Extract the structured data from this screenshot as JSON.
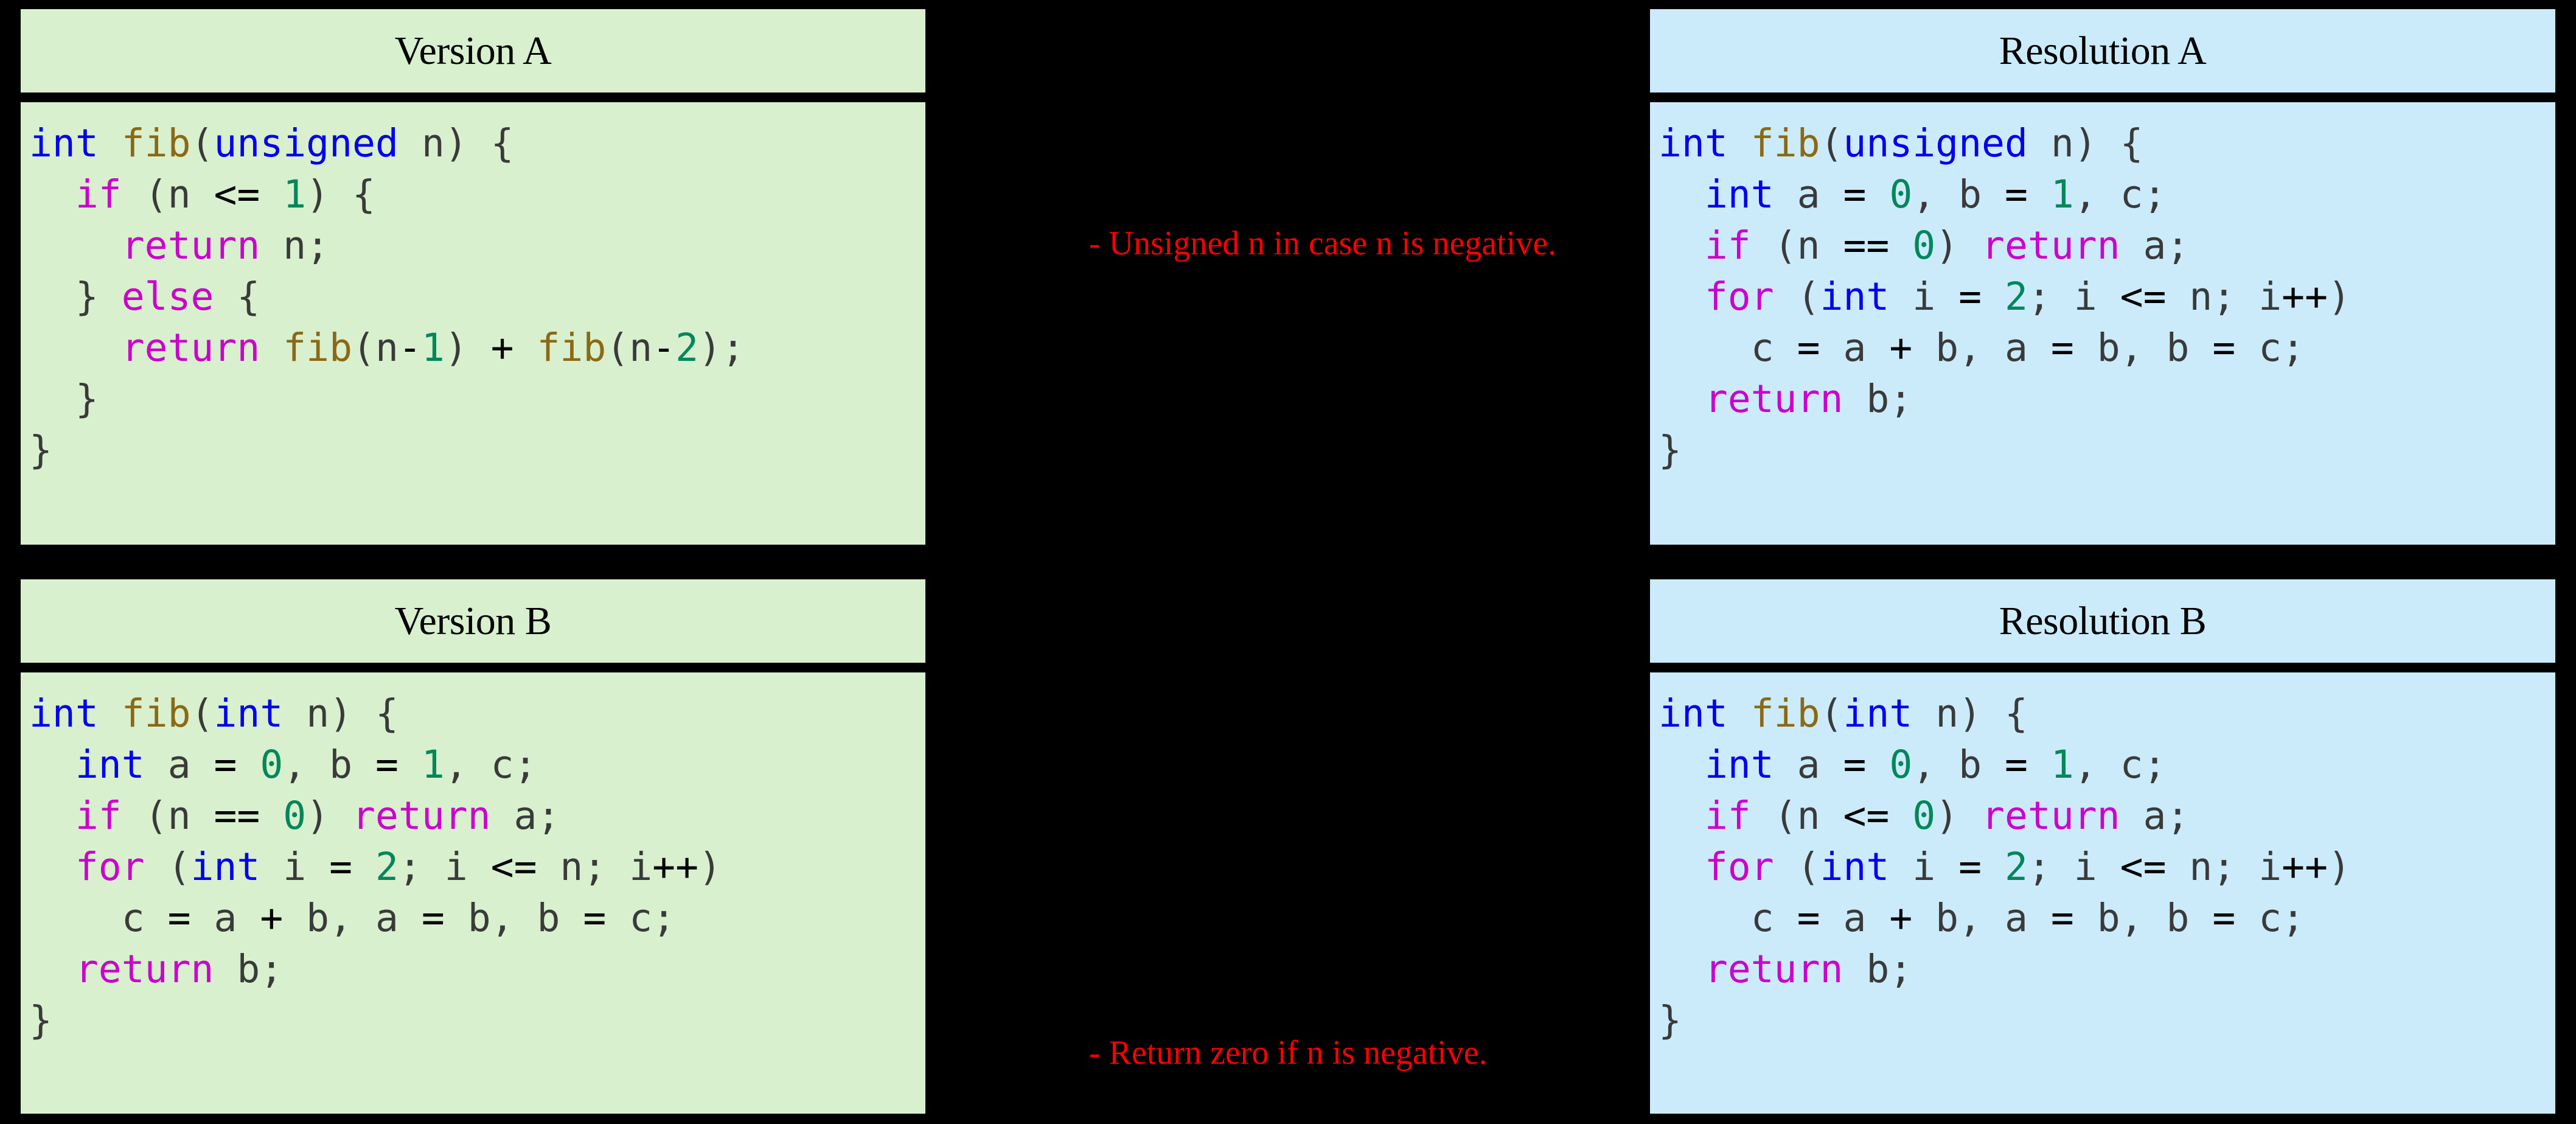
{
  "colors": {
    "background": "#000000",
    "version_panel_bg": "#d8f0ce",
    "resolution_panel_bg": "#cbebfb",
    "annotation": "#ff0000",
    "keyword": "#cc00cc",
    "type": "#0000ee",
    "function": "#8b6914",
    "number": "#00875a",
    "operator": "#000000",
    "punctuation": "#3a3a3a"
  },
  "panels": {
    "version_a": {
      "title": "Version A",
      "code_lines": [
        [
          {
            "t": "int",
            "c": "ty"
          },
          {
            "t": " ",
            "c": "pn"
          },
          {
            "t": "fib",
            "c": "fn"
          },
          {
            "t": "(",
            "c": "pn"
          },
          {
            "t": "unsigned",
            "c": "ty"
          },
          {
            "t": " n) {",
            "c": "pn"
          }
        ],
        [
          {
            "t": "  ",
            "c": "pn"
          },
          {
            "t": "if",
            "c": "kw"
          },
          {
            "t": " (n ",
            "c": "pn"
          },
          {
            "t": "<=",
            "c": "op"
          },
          {
            "t": " ",
            "c": "pn"
          },
          {
            "t": "1",
            "c": "num"
          },
          {
            "t": ") {",
            "c": "pn"
          }
        ],
        [
          {
            "t": "    ",
            "c": "pn"
          },
          {
            "t": "return",
            "c": "kw"
          },
          {
            "t": " n;",
            "c": "pn"
          }
        ],
        [
          {
            "t": "  } ",
            "c": "pn"
          },
          {
            "t": "else",
            "c": "kw"
          },
          {
            "t": " {",
            "c": "pn"
          }
        ],
        [
          {
            "t": "    ",
            "c": "pn"
          },
          {
            "t": "return",
            "c": "kw"
          },
          {
            "t": " ",
            "c": "pn"
          },
          {
            "t": "fib",
            "c": "fn"
          },
          {
            "t": "(n",
            "c": "pn"
          },
          {
            "t": "-",
            "c": "op"
          },
          {
            "t": "1",
            "c": "num"
          },
          {
            "t": ") ",
            "c": "pn"
          },
          {
            "t": "+",
            "c": "op"
          },
          {
            "t": " ",
            "c": "pn"
          },
          {
            "t": "fib",
            "c": "fn"
          },
          {
            "t": "(n",
            "c": "pn"
          },
          {
            "t": "-",
            "c": "op"
          },
          {
            "t": "2",
            "c": "num"
          },
          {
            "t": ");",
            "c": "pn"
          }
        ],
        [
          {
            "t": "  }",
            "c": "pn"
          }
        ],
        [
          {
            "t": "}",
            "c": "pn"
          }
        ]
      ]
    },
    "version_b": {
      "title": "Version B",
      "code_lines": [
        [
          {
            "t": "int",
            "c": "ty"
          },
          {
            "t": " ",
            "c": "pn"
          },
          {
            "t": "fib",
            "c": "fn"
          },
          {
            "t": "(",
            "c": "pn"
          },
          {
            "t": "int",
            "c": "ty"
          },
          {
            "t": " n) {",
            "c": "pn"
          }
        ],
        [
          {
            "t": "  ",
            "c": "pn"
          },
          {
            "t": "int",
            "c": "ty"
          },
          {
            "t": " a ",
            "c": "pn"
          },
          {
            "t": "=",
            "c": "op"
          },
          {
            "t": " ",
            "c": "pn"
          },
          {
            "t": "0",
            "c": "num"
          },
          {
            "t": ", b ",
            "c": "pn"
          },
          {
            "t": "=",
            "c": "op"
          },
          {
            "t": " ",
            "c": "pn"
          },
          {
            "t": "1",
            "c": "num"
          },
          {
            "t": ", c;",
            "c": "pn"
          }
        ],
        [
          {
            "t": "  ",
            "c": "pn"
          },
          {
            "t": "if",
            "c": "kw"
          },
          {
            "t": " (n ",
            "c": "pn"
          },
          {
            "t": "==",
            "c": "op"
          },
          {
            "t": " ",
            "c": "pn"
          },
          {
            "t": "0",
            "c": "num"
          },
          {
            "t": ") ",
            "c": "pn"
          },
          {
            "t": "return",
            "c": "kw"
          },
          {
            "t": " a;",
            "c": "pn"
          }
        ],
        [
          {
            "t": "  ",
            "c": "pn"
          },
          {
            "t": "for",
            "c": "kw"
          },
          {
            "t": " (",
            "c": "pn"
          },
          {
            "t": "int",
            "c": "ty"
          },
          {
            "t": " i ",
            "c": "pn"
          },
          {
            "t": "=",
            "c": "op"
          },
          {
            "t": " ",
            "c": "pn"
          },
          {
            "t": "2",
            "c": "num"
          },
          {
            "t": "; i ",
            "c": "pn"
          },
          {
            "t": "<=",
            "c": "op"
          },
          {
            "t": " n; i",
            "c": "pn"
          },
          {
            "t": "++",
            "c": "op"
          },
          {
            "t": ")",
            "c": "pn"
          }
        ],
        [
          {
            "t": "    c ",
            "c": "pn"
          },
          {
            "t": "=",
            "c": "op"
          },
          {
            "t": " a ",
            "c": "pn"
          },
          {
            "t": "+",
            "c": "op"
          },
          {
            "t": " b, a ",
            "c": "pn"
          },
          {
            "t": "=",
            "c": "op"
          },
          {
            "t": " b, b ",
            "c": "pn"
          },
          {
            "t": "=",
            "c": "op"
          },
          {
            "t": " c;",
            "c": "pn"
          }
        ],
        [
          {
            "t": "  ",
            "c": "pn"
          },
          {
            "t": "return",
            "c": "kw"
          },
          {
            "t": " b;",
            "c": "pn"
          }
        ],
        [
          {
            "t": "}",
            "c": "pn"
          }
        ]
      ]
    },
    "resolution_a": {
      "title": "Resolution A",
      "code_lines": [
        [
          {
            "t": "int",
            "c": "ty"
          },
          {
            "t": " ",
            "c": "pn"
          },
          {
            "t": "fib",
            "c": "fn"
          },
          {
            "t": "(",
            "c": "pn"
          },
          {
            "t": "unsigned",
            "c": "ty"
          },
          {
            "t": " n) {",
            "c": "pn"
          }
        ],
        [
          {
            "t": "  ",
            "c": "pn"
          },
          {
            "t": "int",
            "c": "ty"
          },
          {
            "t": " a ",
            "c": "pn"
          },
          {
            "t": "=",
            "c": "op"
          },
          {
            "t": " ",
            "c": "pn"
          },
          {
            "t": "0",
            "c": "num"
          },
          {
            "t": ", b ",
            "c": "pn"
          },
          {
            "t": "=",
            "c": "op"
          },
          {
            "t": " ",
            "c": "pn"
          },
          {
            "t": "1",
            "c": "num"
          },
          {
            "t": ", c;",
            "c": "pn"
          }
        ],
        [
          {
            "t": "  ",
            "c": "pn"
          },
          {
            "t": "if",
            "c": "kw"
          },
          {
            "t": " (n ",
            "c": "pn"
          },
          {
            "t": "==",
            "c": "op"
          },
          {
            "t": " ",
            "c": "pn"
          },
          {
            "t": "0",
            "c": "num"
          },
          {
            "t": ") ",
            "c": "pn"
          },
          {
            "t": "return",
            "c": "kw"
          },
          {
            "t": " a;",
            "c": "pn"
          }
        ],
        [
          {
            "t": "  ",
            "c": "pn"
          },
          {
            "t": "for",
            "c": "kw"
          },
          {
            "t": " (",
            "c": "pn"
          },
          {
            "t": "int",
            "c": "ty"
          },
          {
            "t": " i ",
            "c": "pn"
          },
          {
            "t": "=",
            "c": "op"
          },
          {
            "t": " ",
            "c": "pn"
          },
          {
            "t": "2",
            "c": "num"
          },
          {
            "t": "; i ",
            "c": "pn"
          },
          {
            "t": "<=",
            "c": "op"
          },
          {
            "t": " n; i",
            "c": "pn"
          },
          {
            "t": "++",
            "c": "op"
          },
          {
            "t": ")",
            "c": "pn"
          }
        ],
        [
          {
            "t": "    c ",
            "c": "pn"
          },
          {
            "t": "=",
            "c": "op"
          },
          {
            "t": " a ",
            "c": "pn"
          },
          {
            "t": "+",
            "c": "op"
          },
          {
            "t": " b, a ",
            "c": "pn"
          },
          {
            "t": "=",
            "c": "op"
          },
          {
            "t": " b, b ",
            "c": "pn"
          },
          {
            "t": "=",
            "c": "op"
          },
          {
            "t": " c;",
            "c": "pn"
          }
        ],
        [
          {
            "t": "  ",
            "c": "pn"
          },
          {
            "t": "return",
            "c": "kw"
          },
          {
            "t": " b;",
            "c": "pn"
          }
        ],
        [
          {
            "t": "}",
            "c": "pn"
          }
        ]
      ]
    },
    "resolution_b": {
      "title": "Resolution B",
      "code_lines": [
        [
          {
            "t": "int",
            "c": "ty"
          },
          {
            "t": " ",
            "c": "pn"
          },
          {
            "t": "fib",
            "c": "fn"
          },
          {
            "t": "(",
            "c": "pn"
          },
          {
            "t": "int",
            "c": "ty"
          },
          {
            "t": " n) {",
            "c": "pn"
          }
        ],
        [
          {
            "t": "  ",
            "c": "pn"
          },
          {
            "t": "int",
            "c": "ty"
          },
          {
            "t": " a ",
            "c": "pn"
          },
          {
            "t": "=",
            "c": "op"
          },
          {
            "t": " ",
            "c": "pn"
          },
          {
            "t": "0",
            "c": "num"
          },
          {
            "t": ", b ",
            "c": "pn"
          },
          {
            "t": "=",
            "c": "op"
          },
          {
            "t": " ",
            "c": "pn"
          },
          {
            "t": "1",
            "c": "num"
          },
          {
            "t": ", c;",
            "c": "pn"
          }
        ],
        [
          {
            "t": "  ",
            "c": "pn"
          },
          {
            "t": "if",
            "c": "kw"
          },
          {
            "t": " (n ",
            "c": "pn"
          },
          {
            "t": "<=",
            "c": "op"
          },
          {
            "t": " ",
            "c": "pn"
          },
          {
            "t": "0",
            "c": "num"
          },
          {
            "t": ") ",
            "c": "pn"
          },
          {
            "t": "return",
            "c": "kw"
          },
          {
            "t": " a;",
            "c": "pn"
          }
        ],
        [
          {
            "t": "  ",
            "c": "pn"
          },
          {
            "t": "for",
            "c": "kw"
          },
          {
            "t": " (",
            "c": "pn"
          },
          {
            "t": "int",
            "c": "ty"
          },
          {
            "t": " i ",
            "c": "pn"
          },
          {
            "t": "=",
            "c": "op"
          },
          {
            "t": " ",
            "c": "pn"
          },
          {
            "t": "2",
            "c": "num"
          },
          {
            "t": "; i ",
            "c": "pn"
          },
          {
            "t": "<=",
            "c": "op"
          },
          {
            "t": " n; i",
            "c": "pn"
          },
          {
            "t": "++",
            "c": "op"
          },
          {
            "t": ")",
            "c": "pn"
          }
        ],
        [
          {
            "t": "    c ",
            "c": "pn"
          },
          {
            "t": "=",
            "c": "op"
          },
          {
            "t": " a ",
            "c": "pn"
          },
          {
            "t": "+",
            "c": "op"
          },
          {
            "t": " b, a ",
            "c": "pn"
          },
          {
            "t": "=",
            "c": "op"
          },
          {
            "t": " b, b ",
            "c": "pn"
          },
          {
            "t": "=",
            "c": "op"
          },
          {
            "t": " c;",
            "c": "pn"
          }
        ],
        [
          {
            "t": "  ",
            "c": "pn"
          },
          {
            "t": "return",
            "c": "kw"
          },
          {
            "t": " b;",
            "c": "pn"
          }
        ],
        [
          {
            "t": "}",
            "c": "pn"
          }
        ]
      ]
    }
  },
  "annotations": [
    {
      "text": "- Unsigned n in case n is negative."
    },
    {
      "text": "- Return zero if n is negative."
    }
  ]
}
